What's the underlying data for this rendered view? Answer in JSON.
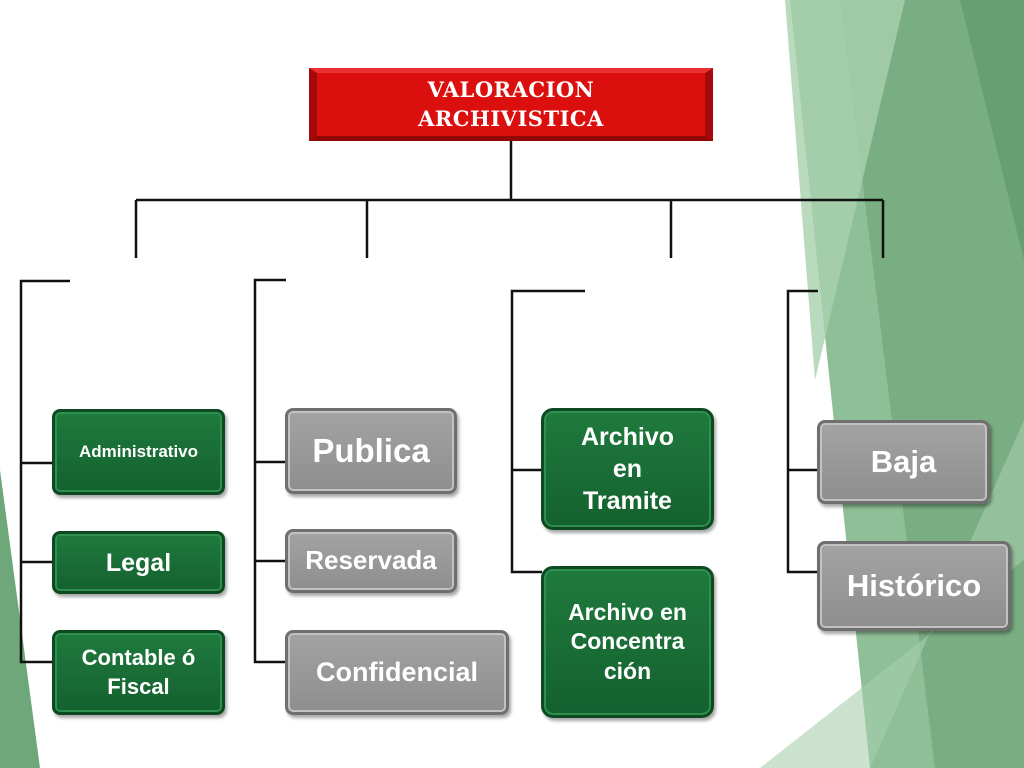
{
  "diagram": {
    "root": {
      "label": "VALORACION\nARCHIVISTICA"
    },
    "groups": [
      {
        "items": [
          "Administrativo",
          "Legal",
          "Contable ó\nFiscal"
        ]
      },
      {
        "items": [
          "Publica",
          "Reservada",
          "Confidencial"
        ]
      },
      {
        "items": [
          "Archivo\nen\nTramite",
          "Archivo en\nConcentra\nción"
        ]
      },
      {
        "items": [
          "Baja",
          "Histórico"
        ]
      }
    ]
  },
  "colors": {
    "root": "#dc0f0f",
    "green_box": "#1a6e36",
    "gray_box": "#9b9b9b",
    "background_accent": "#6ea77a"
  }
}
